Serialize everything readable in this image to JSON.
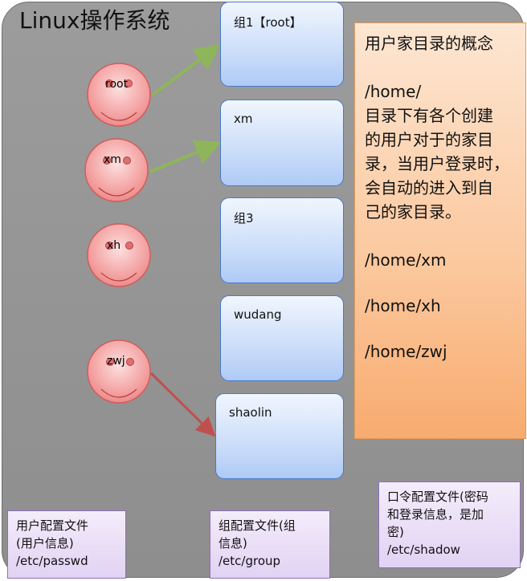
{
  "title": "Linux操作系统",
  "users": [
    "root",
    "xm",
    "xh",
    "zwj"
  ],
  "groups": [
    "组1【root】",
    "xm",
    "组3",
    "wudang",
    "shaolin"
  ],
  "note": {
    "heading": "用户家目录的概念",
    "path": "/home/",
    "desc_lines": [
      "目录下有各个创建",
      "的用户对于的家目",
      "录，当用户登录时，",
      "会自动的进入到自",
      "己的家目录。"
    ],
    "examples": [
      "/home/xm",
      "/home/xh",
      "/home/zwj"
    ]
  },
  "configs": {
    "passwd": {
      "lines": [
        "用户配置文件",
        "(用户信息)"
      ],
      "path": "/etc/passwd"
    },
    "group": {
      "lines": [
        "组配置文件(组",
        "信息)"
      ],
      "path": "/etc/group"
    },
    "shadow": {
      "lines": [
        "口令配置文件(密码",
        "和登录信息，是加",
        "密)"
      ],
      "path": "/etc/shadow"
    }
  },
  "colors": {
    "panel": "#999999",
    "face": "#f6a3a3",
    "group_box": "#c5d9f8",
    "note": "#fbc79c",
    "config": "#e1d2f3",
    "arrow_green": "#8fb55a",
    "arrow_red": "#c0504d"
  }
}
